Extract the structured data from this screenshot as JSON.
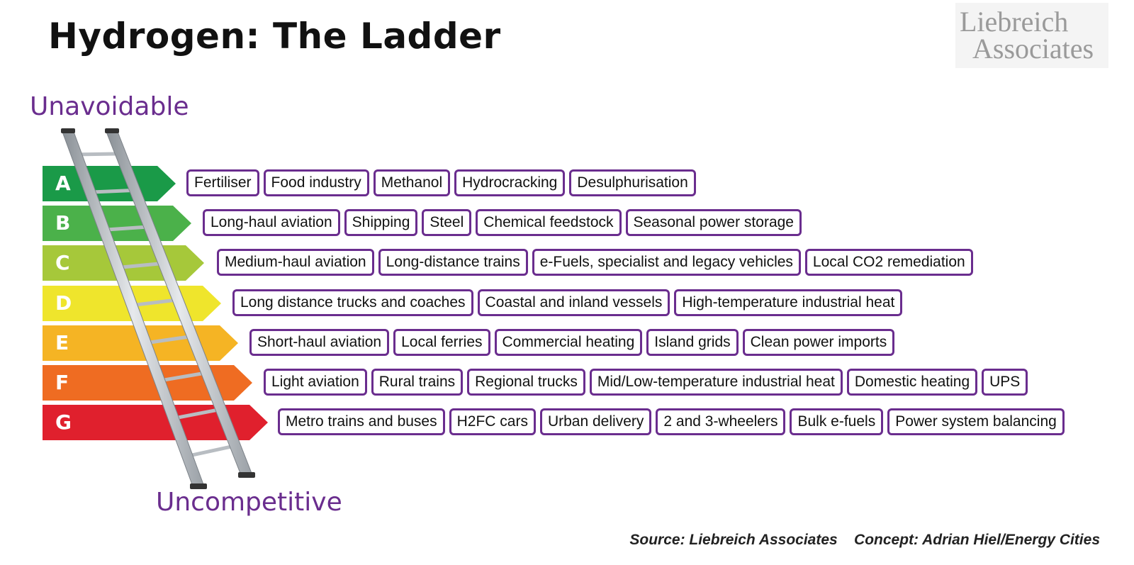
{
  "title": "Hydrogen: The Ladder",
  "logo": {
    "line1": "Liebreich",
    "line2": "Associates"
  },
  "top_label": "Unavoidable",
  "bottom_label": "Uncompetitive",
  "colors": {
    "accent": "#6a2d8e",
    "A": "#1a9a48",
    "B": "#4bb14a",
    "C": "#a6c83a",
    "D": "#efe52c",
    "E": "#f5b424",
    "F": "#ef6c22",
    "G": "#e0202d"
  },
  "bands": [
    {
      "letter": "A",
      "items": [
        "Fertiliser",
        "Food industry",
        "Methanol",
        "Hydrocracking",
        "Desulphurisation"
      ]
    },
    {
      "letter": "B",
      "items": [
        "Long-haul aviation",
        "Shipping",
        "Steel",
        "Chemical feedstock",
        "Seasonal power storage"
      ]
    },
    {
      "letter": "C",
      "items": [
        "Medium-haul aviation",
        "Long-distance trains",
        "e-Fuels, specialist and legacy vehicles",
        "Local CO2 remediation"
      ]
    },
    {
      "letter": "D",
      "items": [
        "Long distance trucks and coaches",
        "Coastal and inland vessels",
        "High-temperature industrial heat"
      ]
    },
    {
      "letter": "E",
      "items": [
        "Short-haul aviation",
        "Local ferries",
        "Commercial heating",
        "Island grids",
        "Clean power imports"
      ]
    },
    {
      "letter": "F",
      "items": [
        "Light aviation",
        "Rural trains",
        "Regional trucks",
        "Mid/Low-temperature industrial heat",
        "Domestic heating",
        "UPS"
      ]
    },
    {
      "letter": "G",
      "items": [
        "Metro trains and buses",
        "H2FC cars",
        "Urban delivery",
        "2 and 3-wheelers",
        "Bulk e-fuels",
        "Power system balancing"
      ]
    }
  ],
  "source": "Source: Liebreich Associates    Concept: Adrian Hiel/Energy Cities"
}
